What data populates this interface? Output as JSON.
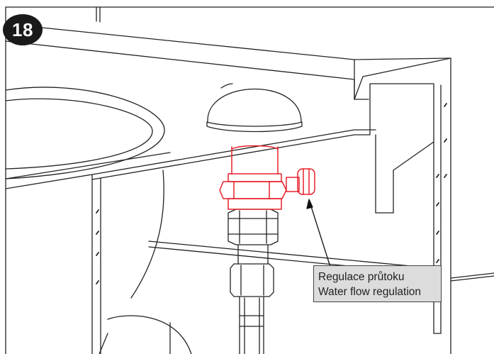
{
  "step": {
    "number": "18"
  },
  "callout": {
    "line_cz": "Regulace průtoku",
    "line_en": "Water flow regulation"
  },
  "colors": {
    "highlight": "#e8202a",
    "line": "#222222",
    "badge_bg": "#1a1a1a",
    "callout_bg": "#dcdcdc"
  }
}
